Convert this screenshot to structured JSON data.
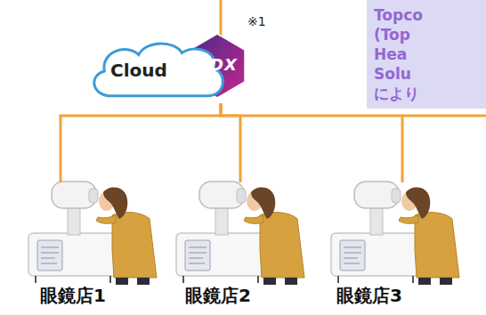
{
  "diagram": {
    "nodes": [
      {
        "text": [
          "Cloud"
        ]
      },
      {
        "text": [
          "Topco (Top Hea Solu により"
        ]
      },
      {
        "text": [
          "眼鏡店1"
        ]
      },
      {
        "text": [
          "眼鏡店2"
        ]
      },
      {
        "text": [
          "眼鏡店3"
        ]
      }
    ],
    "edges": [
      {
        "from": 0,
        "to": 2,
        "arrow": "none"
      },
      {
        "from": 0,
        "to": 3,
        "arrow": "none"
      },
      {
        "from": 0,
        "to": 4,
        "arrow": "none"
      }
    ],
    "labels": [
      "※1",
      "RDX"
    ]
  }
}
